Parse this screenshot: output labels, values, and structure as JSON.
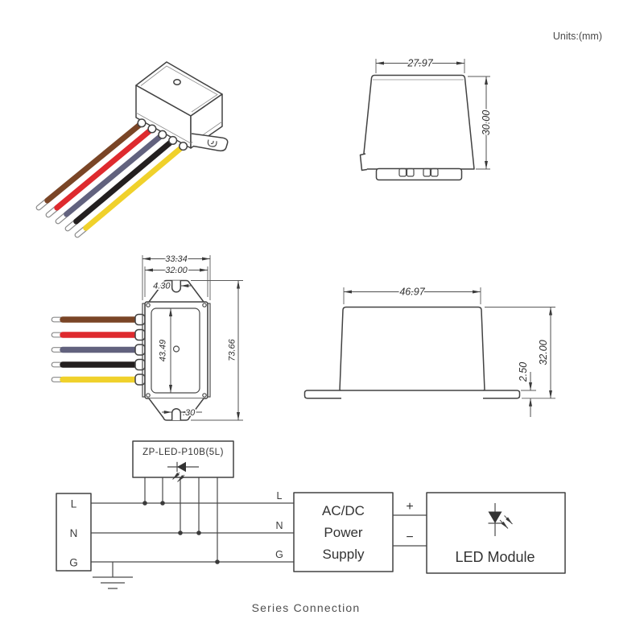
{
  "units_label": "Units:(mm)",
  "caption": "Series Connection",
  "front_view": {
    "width": "27.97",
    "height": "30.00"
  },
  "top_view": {
    "outer_width": "33.34",
    "body_width": "32.00",
    "top_slot": "4.30",
    "inner_length": "43.49",
    "overall_length": "73.66",
    "bottom_slot": ".30"
  },
  "side_view": {
    "width": "46.97",
    "height": "32.00",
    "flange": "2.50"
  },
  "wires": [
    {
      "name": "brown",
      "color": "#7a4526"
    },
    {
      "name": "red",
      "color": "#de2a2e"
    },
    {
      "name": "gray",
      "color": "#62627e"
    },
    {
      "name": "black",
      "color": "#231f1f"
    },
    {
      "name": "yellow",
      "color": "#f0d12b"
    }
  ],
  "circuit": {
    "sensor_label": "ZP-LED-P10B(5L)",
    "terminals": {
      "l": "L",
      "n": "N",
      "g": "G"
    },
    "psu_inputs": {
      "l": "L",
      "n": "N",
      "g": "G"
    },
    "psu_name": {
      "line1": "AC/DC",
      "line2": "Power",
      "line3": "Supply"
    },
    "outputs": {
      "plus": "+",
      "minus": "−"
    },
    "led_label": "LED Module"
  }
}
